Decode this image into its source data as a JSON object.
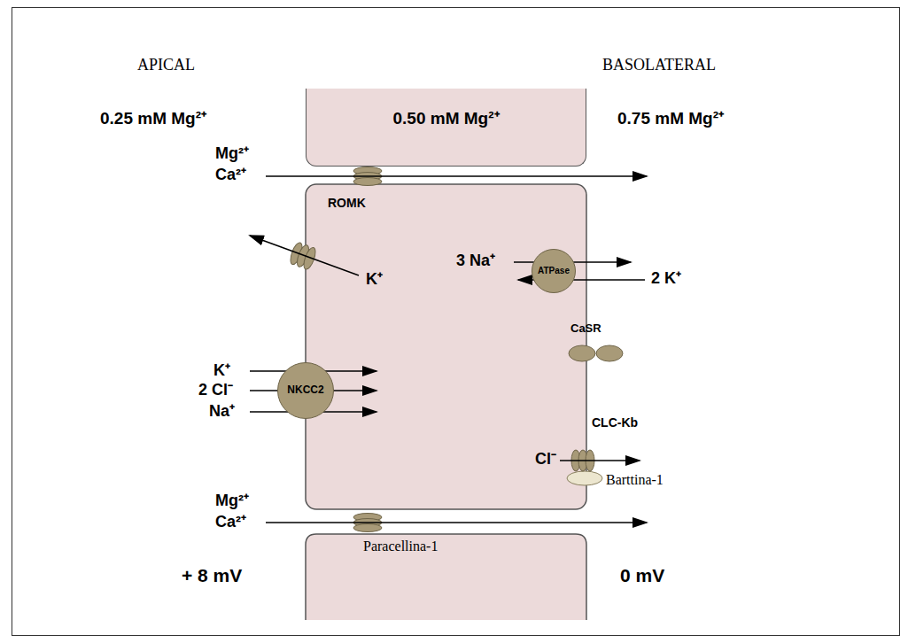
{
  "diagram": {
    "nodes": [
      {
        "text": [
          "0.50 mM Mg²⁺"
        ]
      },
      {
        "text": [
          "NKCC2"
        ]
      },
      {
        "text": [
          "ATPase"
        ]
      }
    ],
    "labels": [
      "APICAL",
      "BASOLATERAL",
      "0.25 mM Mg²⁺",
      "0.75 mM Mg²⁺",
      "Mg²⁺",
      "Ca²⁺",
      "ROMK",
      "K⁺",
      "3 Na⁺",
      "2 K⁺",
      "CaSR",
      "K⁺",
      "2 Cl⁻",
      "Na⁺",
      "CLC-Kb",
      "Cl⁻",
      "Barttina-1",
      "Mg²⁺",
      "Ca²⁺",
      "Paracellina-1",
      "+ 8 mV",
      "0 mV"
    ]
  }
}
